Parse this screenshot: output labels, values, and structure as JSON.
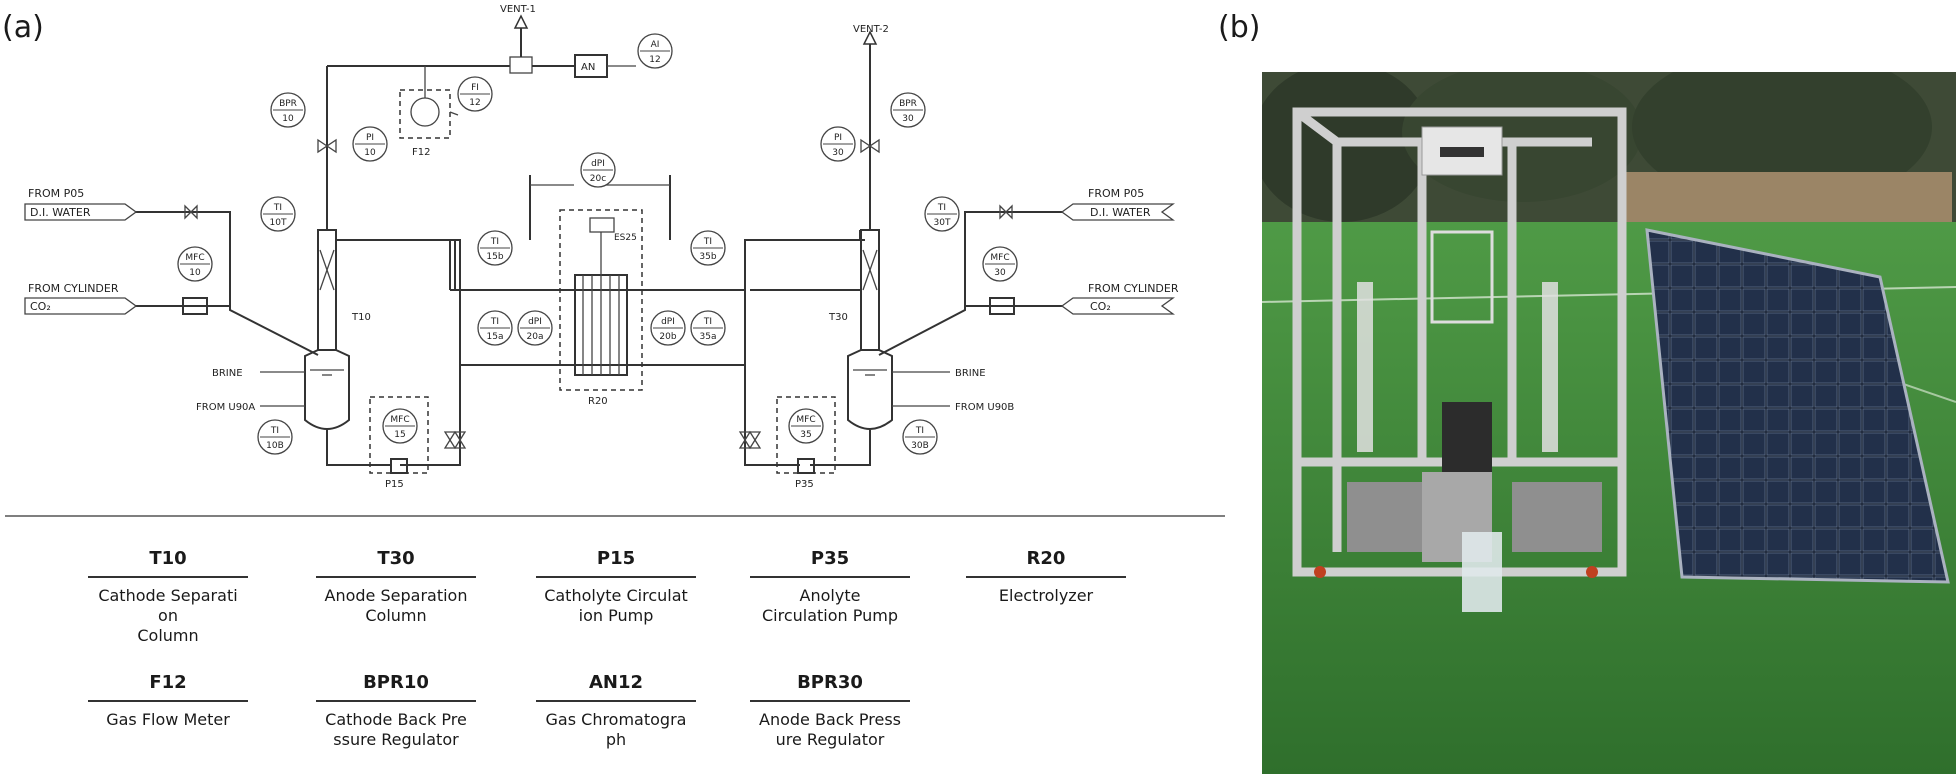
{
  "panels": {
    "a": "(a)",
    "b": "(b)"
  },
  "diagram": {
    "vents": {
      "vent1": "VENT-1",
      "vent2": "VENT-2"
    },
    "an_box": "AN",
    "instruments": {
      "AI12": [
        "AI",
        "12"
      ],
      "FI12": [
        "FI",
        "12"
      ],
      "BPR10": [
        "BPR",
        "10"
      ],
      "BPR30": [
        "BPR",
        "30"
      ],
      "PI10": [
        "PI",
        "10"
      ],
      "PI30": [
        "PI",
        "30"
      ],
      "dPI20c": [
        "dPI",
        "20c"
      ],
      "TI10T": [
        "TI",
        "10T"
      ],
      "TI30T": [
        "TI",
        "30T"
      ],
      "TI15b": [
        "TI",
        "15b"
      ],
      "TI35b": [
        "TI",
        "35b"
      ],
      "TI15a": [
        "TI",
        "15a"
      ],
      "TI35a": [
        "TI",
        "35a"
      ],
      "dPI20a": [
        "dPI",
        "20a"
      ],
      "dPI20b": [
        "dPI",
        "20b"
      ],
      "MFC10": [
        "MFC",
        "10"
      ],
      "MFC30": [
        "MFC",
        "30"
      ],
      "MFC15": [
        "MFC",
        "15"
      ],
      "MFC35": [
        "MFC",
        "35"
      ],
      "TI10B": [
        "TI",
        "10B"
      ],
      "TI30B": [
        "TI",
        "30B"
      ]
    },
    "tags": {
      "F12": "F12",
      "T10": "T10",
      "T30": "T30",
      "R20": "R20",
      "P15": "P15",
      "P35": "P35",
      "ES25": "ES25"
    },
    "streams": {
      "from_p05_left": "FROM P05",
      "di_water_left": "D.I. WATER",
      "from_cyl_left": "FROM CYLINDER",
      "co2_left": "CO₂",
      "from_p05_right": "FROM P05",
      "di_water_right": "D.I. WATER",
      "from_cyl_right": "FROM CYLINDER",
      "co2_right": "CO₂",
      "brine_left": "BRINE",
      "from_u90a": "FROM U90A",
      "brine_right": "BRINE",
      "from_u90b": "FROM U90B"
    }
  },
  "legend": [
    {
      "code": "T10",
      "desc": "Cathode Separati\non\nColumn"
    },
    {
      "code": "T30",
      "desc": "Anode Separation\nColumn"
    },
    {
      "code": "P15",
      "desc": "Catholyte Circulat\nion Pump"
    },
    {
      "code": "P35",
      "desc": "Anolyte\nCirculation Pump"
    },
    {
      "code": "R20",
      "desc": "Electrolyzer"
    },
    {
      "code": "F12",
      "desc": "Gas Flow Meter"
    },
    {
      "code": "BPR10",
      "desc": "Cathode Back Pre\nssure Regulator"
    },
    {
      "code": "AN12",
      "desc": "Gas Chromatogra\nph"
    },
    {
      "code": "BPR30",
      "desc": "Anode Back Press\nure Regulator"
    }
  ],
  "colors": {
    "line": "#333333",
    "sky": "#c9d9e8",
    "grass": "#3f8a3a",
    "panel": "#1b2436",
    "frame": "#c8c8c8"
  }
}
